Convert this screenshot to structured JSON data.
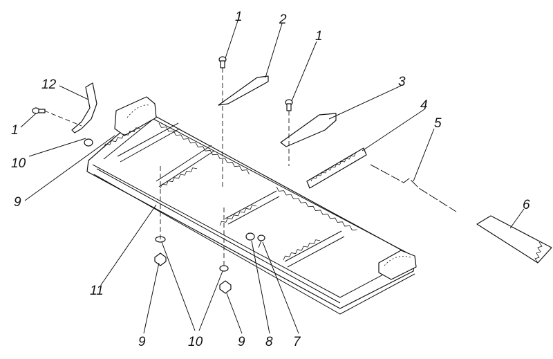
{
  "callouts": [
    {
      "id": "1a",
      "text": "1"
    },
    {
      "id": "2",
      "text": "2"
    },
    {
      "id": "1b",
      "text": "1"
    },
    {
      "id": "3",
      "text": "3"
    },
    {
      "id": "4",
      "text": "4"
    },
    {
      "id": "5",
      "text": "5"
    },
    {
      "id": "6",
      "text": "6"
    },
    {
      "id": "12",
      "text": "12"
    },
    {
      "id": "1c",
      "text": "1"
    },
    {
      "id": "10a",
      "text": "10"
    },
    {
      "id": "9a",
      "text": "9"
    },
    {
      "id": "11",
      "text": "11"
    },
    {
      "id": "9b",
      "text": "9"
    },
    {
      "id": "10b",
      "text": "10"
    },
    {
      "id": "9c",
      "text": "9"
    },
    {
      "id": "8",
      "text": "8"
    },
    {
      "id": "7",
      "text": "7"
    }
  ]
}
